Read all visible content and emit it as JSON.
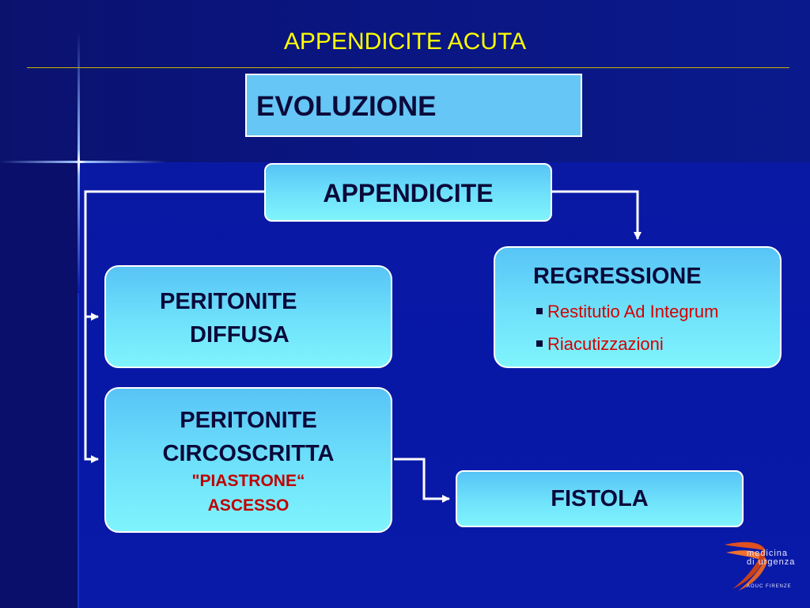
{
  "slide": {
    "title": "APPENDICITE ACUTA",
    "subtitle": "EVOLUZIONE"
  },
  "nodes": {
    "root": "APPENDICITE",
    "regressione": {
      "title": "REGRESSIONE",
      "bullets": [
        "Restitutio Ad Integrum",
        "Riacutizzazioni"
      ]
    },
    "diffusa": {
      "line1": "PERITONITE",
      "line2": "DIFFUSA"
    },
    "circoscritta": {
      "line1": "PERITONITE",
      "line2": "CIRCOSCRITTA",
      "line3": "\"PIASTRONE“",
      "line4": "ASCESSO"
    },
    "fistola": "FISTOLA"
  },
  "logo": {
    "line1": "medicina",
    "line2": "di urgenza",
    "line3": "AOUC FIRENZE"
  },
  "colors": {
    "background": "#0a19a4",
    "title": "#ffff00",
    "box_fill": "#6fe2fb",
    "bullet_text": "#d40000"
  }
}
